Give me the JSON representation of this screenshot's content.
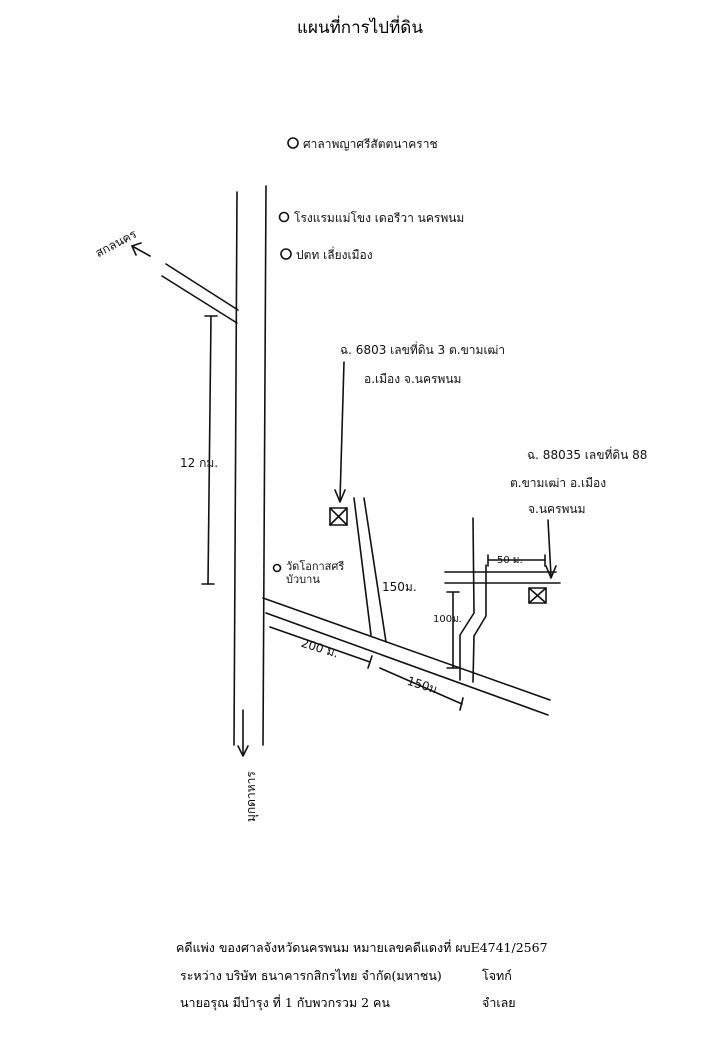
{
  "title": "แผนที่การไปที่ดิน",
  "map": {
    "landmarks": [
      "ศาลาพญาศรีสัตตนาคราช",
      "โรงแรมแม่โขง เดอรีวา นครพนม",
      "ปตท เลี่ยงเมือง"
    ],
    "direction_north": "สกลนคร",
    "direction_south": "มุกดาหาร",
    "distance_main": "12 กม.",
    "temple_label": "วัดโอกาสศรีบัวบาน",
    "parcel_1": {
      "line1": "ฉ. 6803 เลขที่ดิน 3 ต.ขามเฒ่า",
      "line2": "อ.เมือง จ.นครพนม"
    },
    "parcel_2": {
      "line1": "ฉ. 88035 เลขที่ดิน 88",
      "line2": "ต.ขามเฒ่า อ.เมือง",
      "line3": "จ.นครพนม"
    },
    "dist_150_side": "150ม.",
    "dist_200": "200 ม.",
    "dist_150_road": "150ม.",
    "dist_100": "100ม.",
    "dist_50": "50 ม."
  },
  "footer": {
    "line1": "คดีแพ่ง ของศาลจังหวัดนครพนม  หมายเลขคดีแดงที่ ผบE4741/2567",
    "line2_left": "ระหว่าง  บริษัท ธนาคารกสิกรไทย จำกัด(มหาชน)",
    "line2_right": "โจทก์",
    "line3_left": "นายอรุณ  มีบำรุง  ที่ 1 กับพวกรวม 2 คน",
    "line3_right": "จำเลย"
  }
}
